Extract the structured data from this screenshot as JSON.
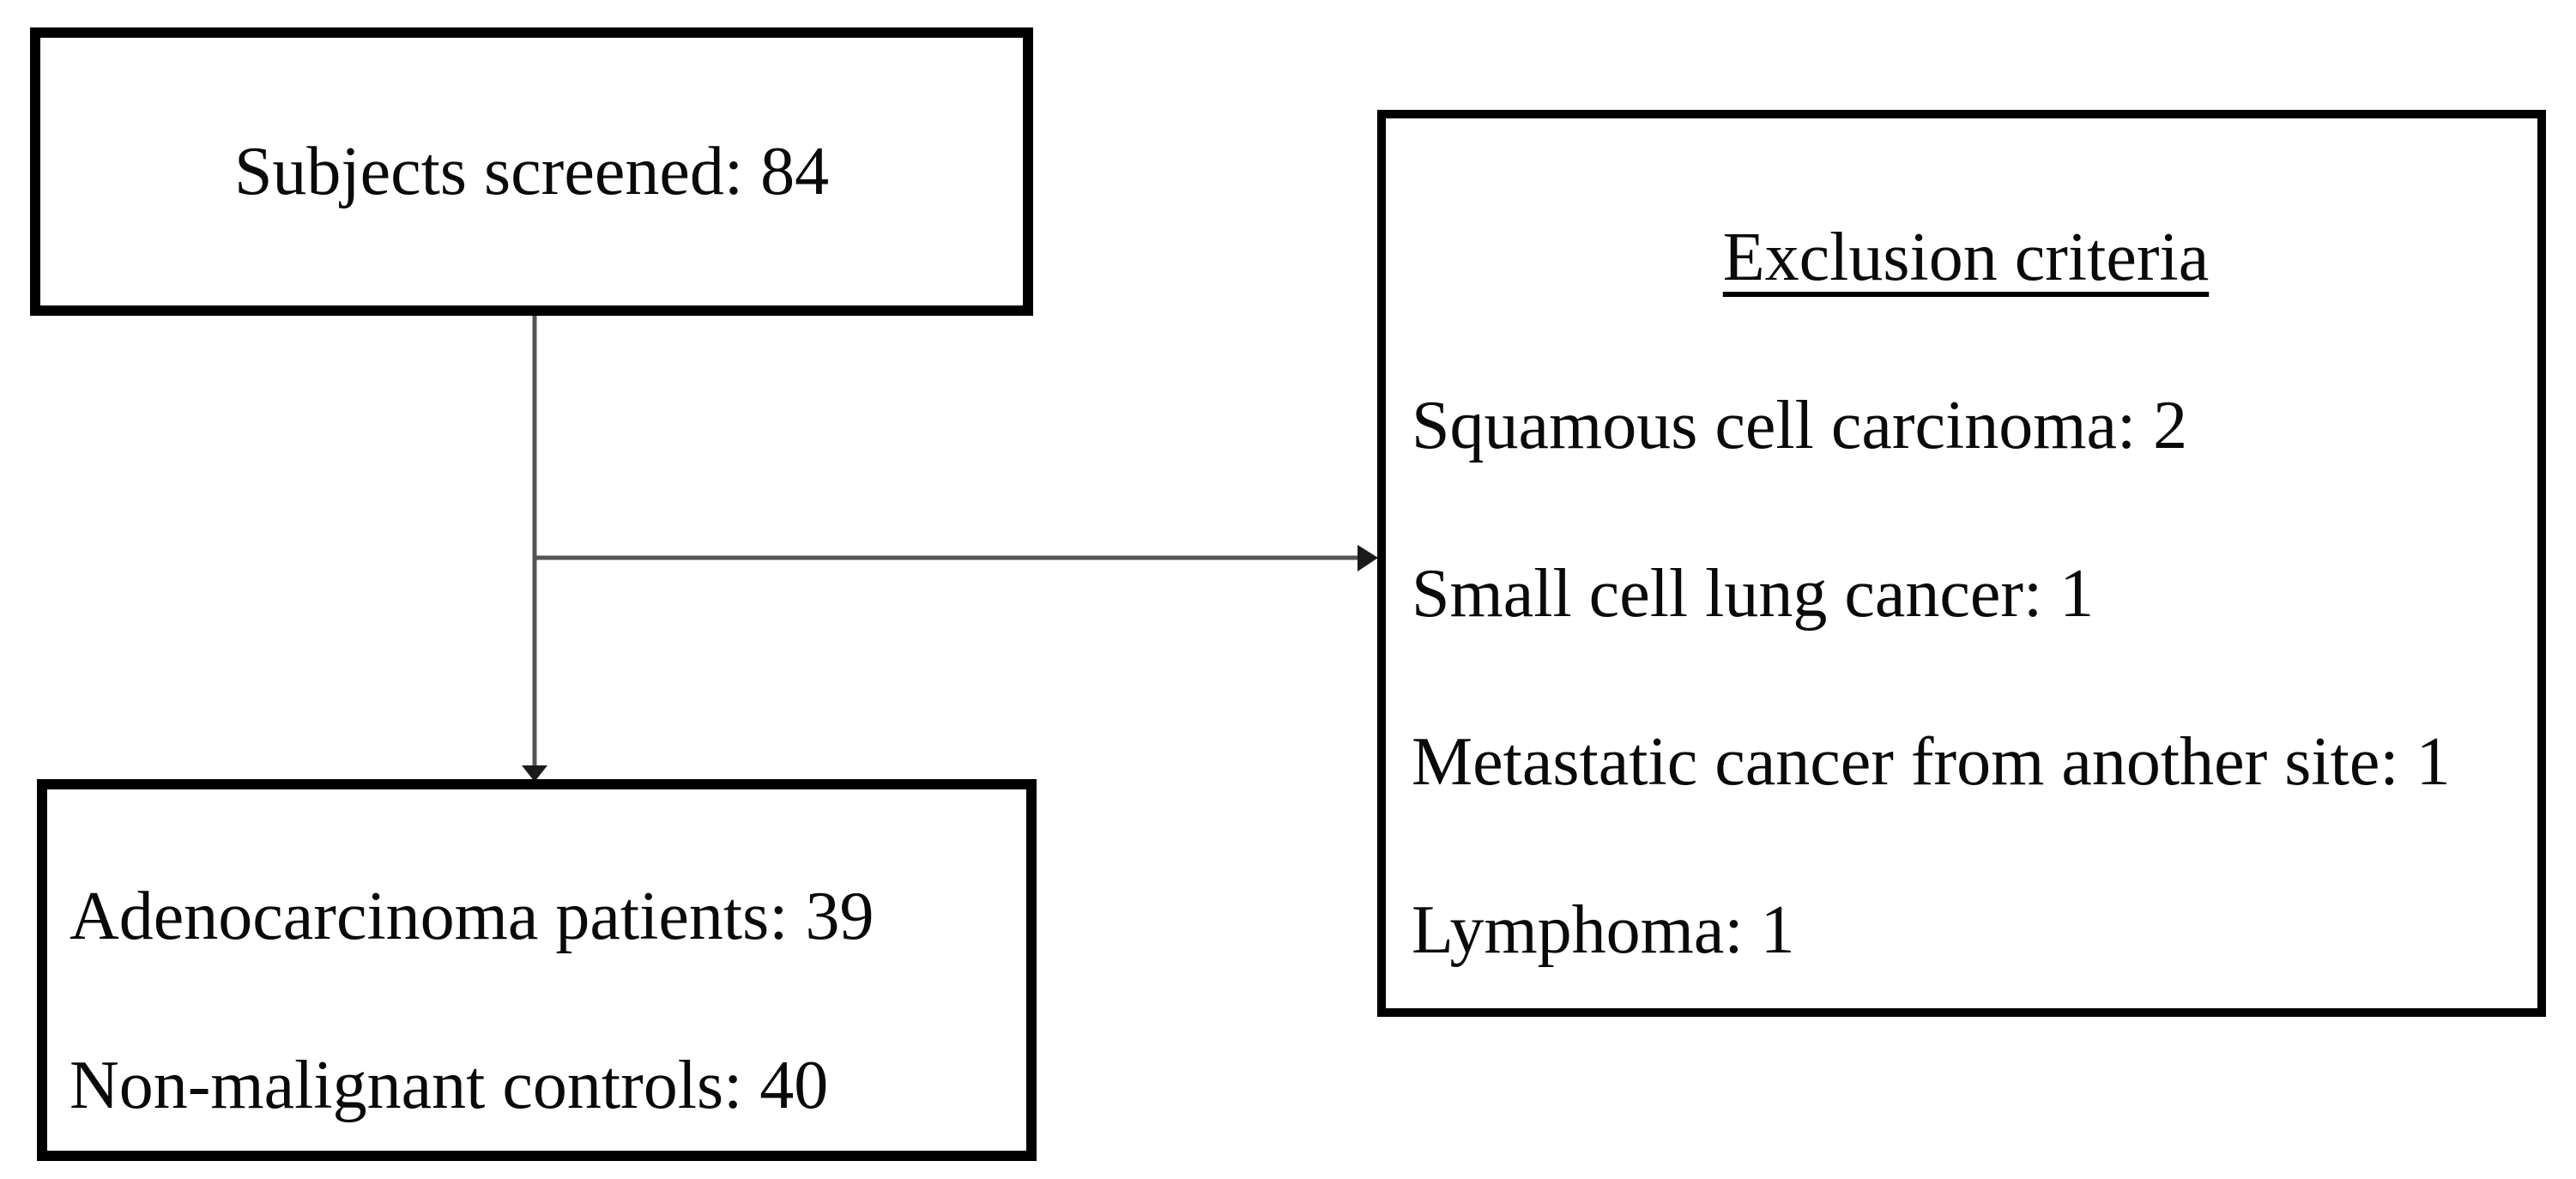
{
  "diagram": {
    "screened_box": {
      "label": "Subjects screened: 84"
    },
    "outcome_box": {
      "lines": [
        "Adenocarcinoma patients: 39",
        "Non-malignant controls: 40"
      ]
    },
    "exclusion_box": {
      "title": "Exclusion criteria",
      "items": [
        "Squamous cell carcinoma: 2",
        "Small cell lung cancer: 1",
        "Metastatic cancer from another site: 1",
        "Lymphoma: 1"
      ]
    },
    "colors": {
      "background": "#ffffff",
      "box_border": "#000000",
      "text": "#0a0a0a",
      "connector_line": "#555555",
      "arrowhead": "#1a1a1a"
    }
  }
}
